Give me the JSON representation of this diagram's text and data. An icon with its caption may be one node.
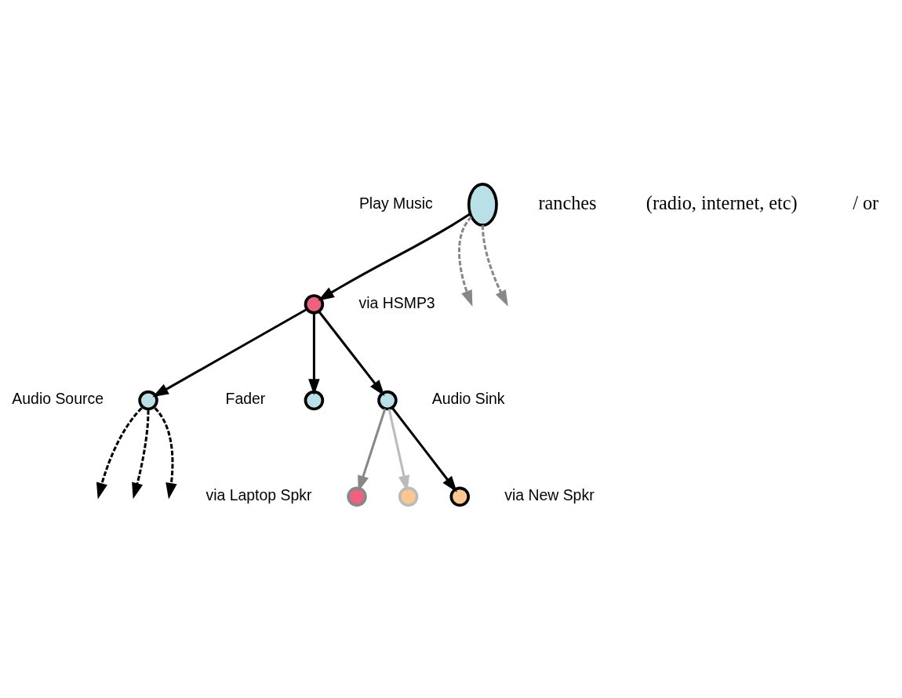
{
  "diagram": {
    "nodes": [
      {
        "text": [],
        "shape": "circle",
        "beside": [
          "Play Music"
        ]
      },
      {
        "text": [],
        "shape": "circle",
        "beside": [
          "via HSMP3"
        ]
      },
      {
        "text": [],
        "shape": "circle",
        "beside": [
          "Audio Source"
        ]
      },
      {
        "text": [],
        "shape": "circle",
        "beside": [
          "Fader"
        ]
      },
      {
        "text": [],
        "shape": "circle",
        "beside": [
          "Audio Sink"
        ]
      },
      {
        "text": [],
        "shape": "circle",
        "beside": [
          "via Laptop Spkr"
        ]
      },
      {
        "text": [],
        "shape": "circle"
      },
      {
        "text": [],
        "shape": "circle",
        "beside": [
          "via New Spkr"
        ]
      }
    ],
    "edges": [
      {
        "from": 0,
        "to": null,
        "arrow": "to",
        "style": "dashed",
        "color": "#888888"
      },
      {
        "from": 0,
        "to": null,
        "arrow": "to",
        "style": "dashed",
        "color": "#888888"
      },
      {
        "from": 0,
        "to": 1,
        "arrow": "to"
      },
      {
        "from": 1,
        "to": 2,
        "arrow": "to"
      },
      {
        "from": 1,
        "to": 3,
        "arrow": "to"
      },
      {
        "from": 1,
        "to": 4,
        "arrow": "to"
      },
      {
        "from": 2,
        "to": null,
        "arrow": "to",
        "style": "dashed"
      },
      {
        "from": 2,
        "to": null,
        "arrow": "to",
        "style": "dashed"
      },
      {
        "from": 2,
        "to": null,
        "arrow": "to",
        "style": "dashed"
      },
      {
        "from": 4,
        "to": 5,
        "arrow": "to",
        "color": "#888888"
      },
      {
        "from": 4,
        "to": 6,
        "arrow": "to",
        "color": "#bbbbbb"
      },
      {
        "from": 4,
        "to": 7,
        "arrow": "to"
      }
    ],
    "labels": [
      "ranches",
      "(radio, internet, etc)",
      "/ or"
    ]
  }
}
